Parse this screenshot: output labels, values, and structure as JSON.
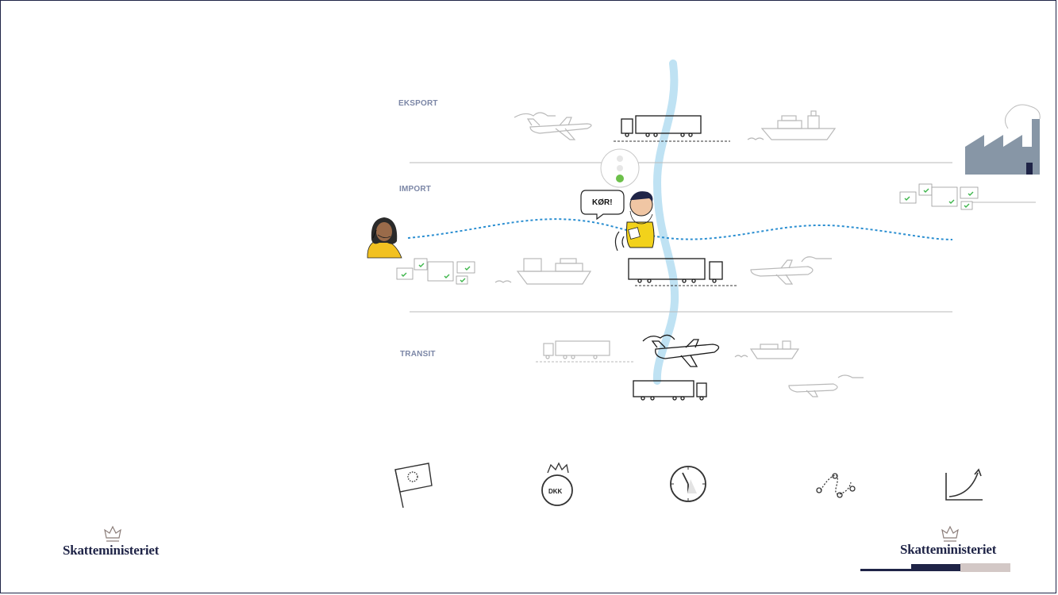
{
  "rows": {
    "export_label": "EKSPORT",
    "import_label": "IMPORT",
    "transit_label": "TRANSIT"
  },
  "speech_bubble": "KØR!",
  "dkk_badge": "DKK",
  "brand": {
    "left": "Skatteministeriet",
    "right": "Skatteministeriet"
  },
  "icons": [
    "eu-flag-icon",
    "dkk-medal-icon",
    "clock-icon",
    "route-icon",
    "growth-curve-icon",
    "factory-icon",
    "customer-agent-icon",
    "customs-officer-icon",
    "traffic-light-icon",
    "crown-icon"
  ],
  "colors": {
    "navy": "#1f2447",
    "river": "#bfe2f3",
    "dotted_route": "#2c8fd1",
    "label_gray": "#7b86a6",
    "light_gray": "#b9b9b9",
    "green_check": "#3cb54a",
    "factory": "#8796a6",
    "sand": "#d3c8c6"
  }
}
